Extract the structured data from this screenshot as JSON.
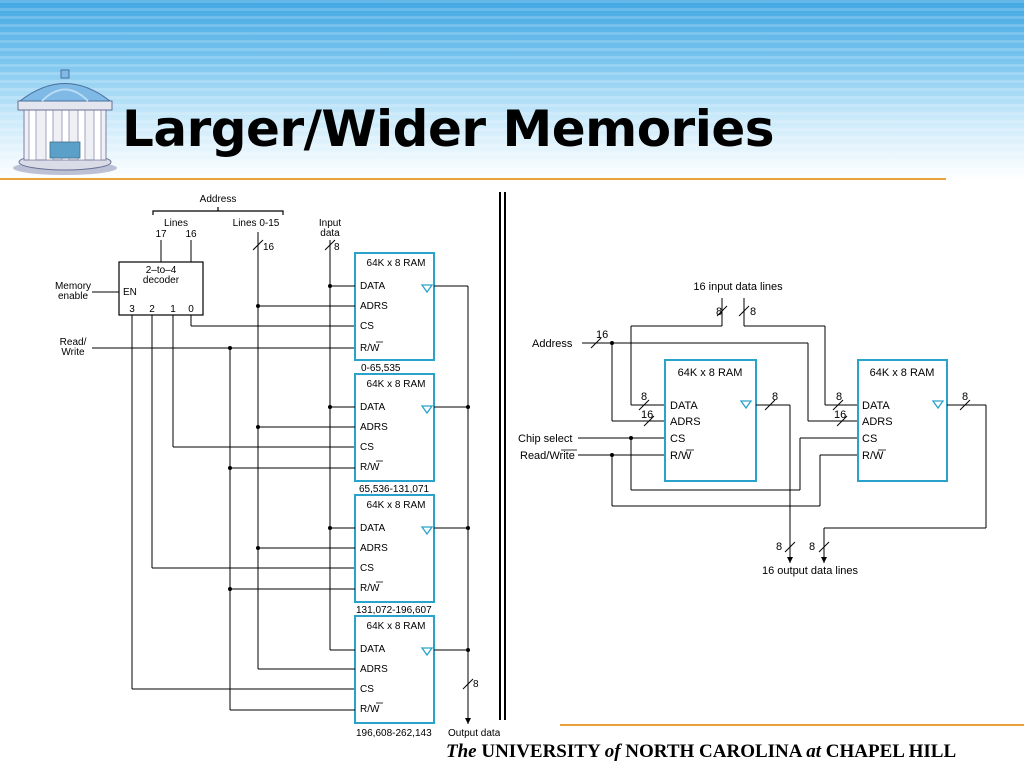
{
  "slide": {
    "title": "Larger/Wider Memories",
    "footer": {
      "the": "The",
      "university": "UNIVERSITY",
      "of": "of",
      "nc": "NORTH CAROLINA",
      "at": "at",
      "ch": "CHAPEL HILL"
    },
    "colors": {
      "accent_rule": "#e9a23b",
      "chip_border": "#2aa3cc",
      "band_top": "#41a7e3",
      "chip_triangle": "#2aa3cc"
    }
  },
  "left_diagram": {
    "address": "Address",
    "lines_label": "Lines",
    "line17": "17",
    "line16": "16",
    "lines_0_15": "Lines 0-15",
    "addr_width": "16",
    "input_data_1": "Input",
    "input_data_2": "data",
    "input_width": "8",
    "decoder_1": "2–to–4",
    "decoder_2": "decoder",
    "en": "EN",
    "out3": "3",
    "out2": "2",
    "out1": "1",
    "out0": "0",
    "memory_enable_1": "Memory",
    "memory_enable_2": "enable",
    "rw_1": "Read/",
    "rw_2": "Write",
    "output_width": "8",
    "output_data": "Output data",
    "chips": [
      {
        "label": "64K x 8 RAM",
        "data": "DATA",
        "adrs": "ADRS",
        "cs": "CS",
        "rw": "R/W",
        "range": "0-65,535"
      },
      {
        "label": "64K x 8 RAM",
        "data": "DATA",
        "adrs": "ADRS",
        "cs": "CS",
        "rw": "R/W",
        "range": "65,536-131,071"
      },
      {
        "label": "64K x 8 RAM",
        "data": "DATA",
        "adrs": "ADRS",
        "cs": "CS",
        "rw": "R/W",
        "range": "131,072-196,607"
      },
      {
        "label": "64K x 8 RAM",
        "data": "DATA",
        "adrs": "ADRS",
        "cs": "CS",
        "rw": "R/W",
        "range": "196,608-262,143"
      }
    ]
  },
  "right_diagram": {
    "input_lines": "16 input data lines",
    "in_w_a": "8",
    "in_w_b": "8",
    "address": "Address",
    "addr_w": "16",
    "chip_select": "Chip select",
    "read_write": "Read/Write",
    "output_lines": "16 output data lines",
    "out_w_a": "8",
    "out_w_b": "8",
    "chips": [
      {
        "label": "64K x 8 RAM",
        "data": "DATA",
        "adrs": "ADRS",
        "cs": "CS",
        "rw": "R/W",
        "data_in_w": "8",
        "adrs_w": "16",
        "data_out_w": "8"
      },
      {
        "label": "64K x 8 RAM",
        "data": "DATA",
        "adrs": "ADRS",
        "cs": "CS",
        "rw": "R/W",
        "data_in_w": "8",
        "adrs_w": "16",
        "data_out_w": "8"
      }
    ]
  }
}
